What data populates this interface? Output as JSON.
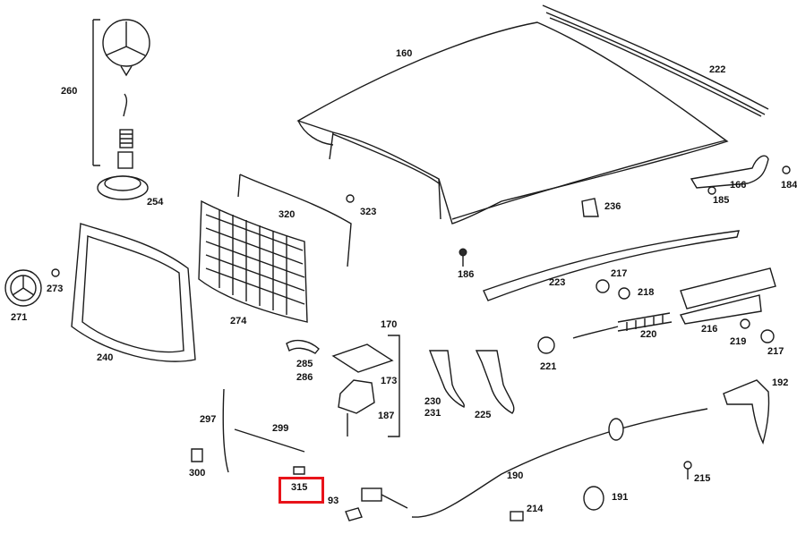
{
  "diagram": {
    "highlight_color": "#e8131a",
    "labels": {
      "p160": "160",
      "p222": "222",
      "p260": "260",
      "p254": "254",
      "p320": "320",
      "p323": "323",
      "p166": "166",
      "p184": "184",
      "p185": "185",
      "p236": "236",
      "p186": "186",
      "p223": "223",
      "p217a": "217",
      "p218": "218",
      "p271": "271",
      "p273": "273",
      "p274": "274",
      "p240": "240",
      "p170": "170",
      "p173": "173",
      "p187": "187",
      "p285": "285",
      "p286": "286",
      "p220": "220",
      "p216": "216",
      "p219": "219",
      "p217b": "217",
      "p221": "221",
      "p230": "230",
      "p231": "231",
      "p225": "225",
      "p192": "192",
      "p297": "297",
      "p299": "299",
      "p300": "300",
      "p315": "315",
      "p93": "93",
      "p190": "190",
      "p215": "215",
      "p191": "191",
      "p214": "214"
    }
  }
}
